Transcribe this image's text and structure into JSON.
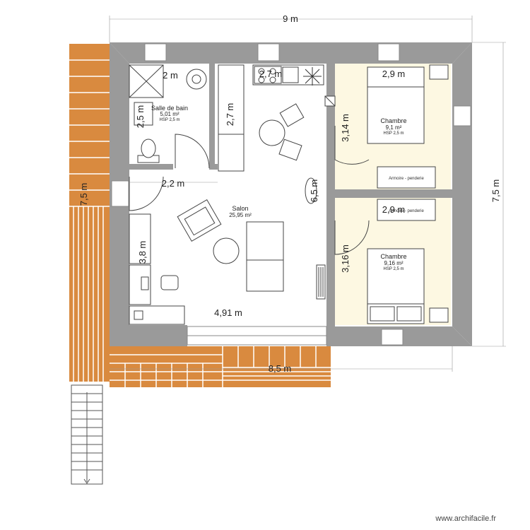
{
  "dimensions": {
    "total_width": "9 m",
    "total_height": "7,5 m",
    "left_height": "7,5 m",
    "terrace_width": "8,5 m",
    "bath_width": "2 m",
    "bath_height": "2,5 m",
    "kitchen_width": "2,7 m",
    "kitchen_height": "2,7 m",
    "hall_width": "2,2 m",
    "left_wall_height": "3,8 m",
    "salon_width": "4,91 m",
    "salon_height": "6,5 m",
    "room1_width": "2,9 m",
    "room1_height": "3,14 m",
    "room2_width": "2,9 m",
    "room2_height": "3,16 m"
  },
  "rooms": {
    "bath": {
      "name": "Salle de bain",
      "area": "5,01 m²",
      "hsp": "HSP 2,5 m"
    },
    "salon": {
      "name": "Salon",
      "area": "25,95 m²"
    },
    "chambre1": {
      "name": "Chambre",
      "area": "9,1 m²",
      "hsp": "HSP 2,5 m"
    },
    "chambre2": {
      "name": "Chambre",
      "area": "9,16 m²",
      "hsp": "HSP 2,5 m"
    }
  },
  "furniture": {
    "wardrobe1": "Armoire - penderie",
    "wardrobe2": "Armoire - penderie"
  },
  "watermark": "www.archifacile.fr",
  "colors": {
    "wall": "#9a9a9a",
    "floor_main": "#ffffff",
    "floor_bedroom": "#fdf8e2",
    "wood": "#d98a3f",
    "wood_dark": "#c7772e"
  }
}
